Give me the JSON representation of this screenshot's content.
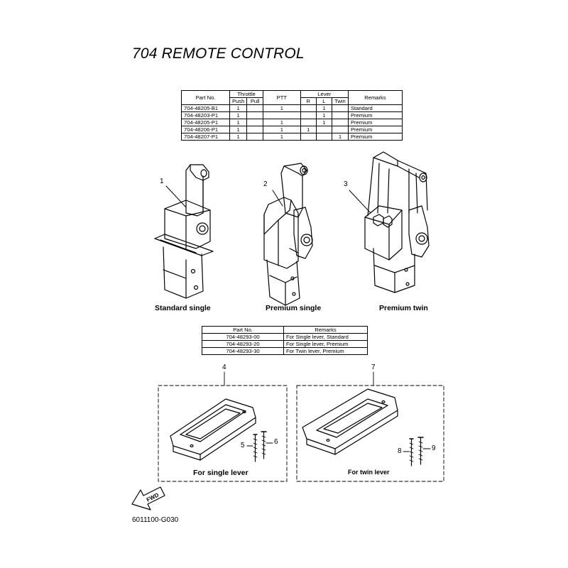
{
  "title": "704 REMOTE CONTROL",
  "main_table": {
    "headers": {
      "part_no": "Part No.",
      "throttle": "Throttle",
      "push": "Push",
      "pull": "Pull",
      "ptt": "PTT",
      "lever": "Lever",
      "r": "R",
      "l": "L",
      "twin": "Twin",
      "remarks": "Remarks"
    },
    "rows": [
      {
        "part": "704-48205-B1",
        "push": "1",
        "pull": "",
        "ptt": "1",
        "r": "",
        "l": "1",
        "twin": "",
        "remarks": "Standard"
      },
      {
        "part": "704-48203-P1",
        "push": "1",
        "pull": "",
        "ptt": "",
        "r": "",
        "l": "1",
        "twin": "",
        "remarks": "Premium"
      },
      {
        "part": "704-48205-P1",
        "push": "1",
        "pull": "",
        "ptt": "1",
        "r": "",
        "l": "1",
        "twin": "",
        "remarks": "Premium"
      },
      {
        "part": "704-48206-P1",
        "push": "1",
        "pull": "",
        "ptt": "1",
        "r": "1",
        "l": "",
        "twin": "",
        "remarks": "Premium"
      },
      {
        "part": "704-48207-P1",
        "push": "1",
        "pull": "",
        "ptt": "1",
        "r": "",
        "l": "",
        "twin": "1",
        "remarks": "Premium"
      }
    ]
  },
  "callouts": {
    "c1": "1",
    "c2": "2",
    "c3": "3",
    "c4": "4",
    "c5": "5",
    "c6": "6",
    "c7": "7",
    "c8": "8",
    "c9": "9"
  },
  "captions": {
    "standard_single": "Standard single",
    "premium_single": "Premium single",
    "premium_twin": "Premium twin",
    "single_lever": "For single lever",
    "twin_lever": "For twin lever"
  },
  "bezel_table": {
    "headers": {
      "part_no": "Part No.",
      "remarks": "Remarks"
    },
    "rows": [
      {
        "part": "704-48293-00",
        "remarks": "For Single lever, Standard"
      },
      {
        "part": "704-48293-20",
        "remarks": "For Single lever, Premium"
      },
      {
        "part": "704-48293-30",
        "remarks": "For Twin lever, Premium"
      }
    ]
  },
  "fwd_label": "FWD",
  "drawing_code": "6011100-G030"
}
